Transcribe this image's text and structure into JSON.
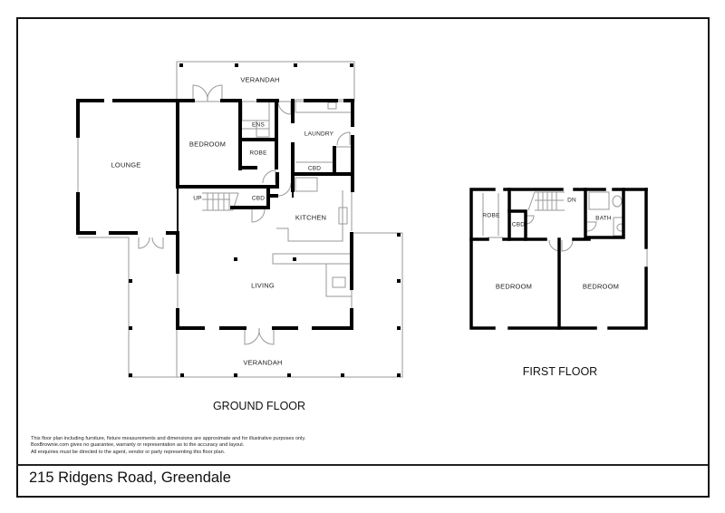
{
  "address": "215 Ridgens Road, Greendale",
  "disclaimer": [
    "This floor plan including furniture, fixture measurements and dimensions are approximate and for illustrative purposes only.",
    "BoxBrownie.com gives no guarantee, warranty or representation as to the accuracy and layout.",
    "All enquiries must be directed to the agent, vendor or party representing this floor plan."
  ],
  "ground_floor": {
    "title": "GROUND FLOOR",
    "rooms": {
      "verandah_top": "VERANDAH",
      "lounge": "LOUNGE",
      "bedroom": "BEDROOM",
      "ens": "ENS",
      "robe": "ROBE",
      "laundry": "LAUNDRY",
      "cbd_laundry": "CBD",
      "up": "UP",
      "cbd_stair": "CBD",
      "kitchen": "KITCHEN",
      "living": "LIVING",
      "verandah_bottom": "VERANDAH"
    }
  },
  "first_floor": {
    "title": "FIRST FLOOR",
    "rooms": {
      "robe": "ROBE",
      "cbd": "CBD",
      "dn": "DN",
      "bath": "BATH",
      "bedroom_left": "BEDROOM",
      "bedroom_right": "BEDROOM"
    }
  },
  "colors": {
    "wall": "#000000",
    "thin_line": "#9a9a9a",
    "text": "#222222"
  }
}
